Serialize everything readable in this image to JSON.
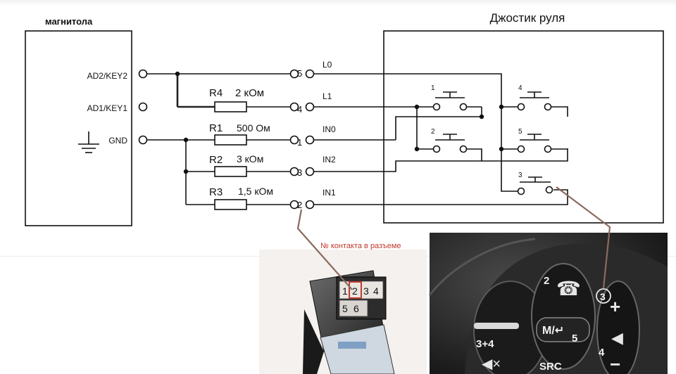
{
  "head_unit": {
    "title": "магнитола",
    "pins": {
      "ad2": "AD2/KEY2",
      "ad1": "AD1/KEY1",
      "gnd": "GND"
    }
  },
  "joystick": {
    "title": "Джостик руля"
  },
  "resistors": {
    "r4": {
      "name": "R4",
      "value": "2 кОм"
    },
    "r1": {
      "name": "R1",
      "value": "500 Ом"
    },
    "r2": {
      "name": "R2",
      "value": "3 кОм"
    },
    "r3": {
      "name": "R3",
      "value": "1,5 кОм"
    }
  },
  "connector": {
    "pins": {
      "p5": "5",
      "p4": "4",
      "p1": "1",
      "p3": "3",
      "p2": "2"
    },
    "lines": {
      "l0": "L0",
      "l1": "L1",
      "in0": "IN0",
      "in2": "IN2",
      "in1": "IN1"
    }
  },
  "buttons": {
    "b1": "1",
    "b2": "2",
    "b3": "3",
    "b4": "4",
    "b5": "5"
  },
  "connector_photo": {
    "caption": "№ контакта в разъеме",
    "row1": [
      "1",
      "2",
      "3",
      "4"
    ],
    "row2": [
      "5",
      "6"
    ]
  },
  "wheel_photo": {
    "labels": {
      "n2": "2",
      "n3": "3",
      "n34": "3+4",
      "n4": "4",
      "n5": "5",
      "mode": "M/↵",
      "src": "SRC"
    }
  }
}
